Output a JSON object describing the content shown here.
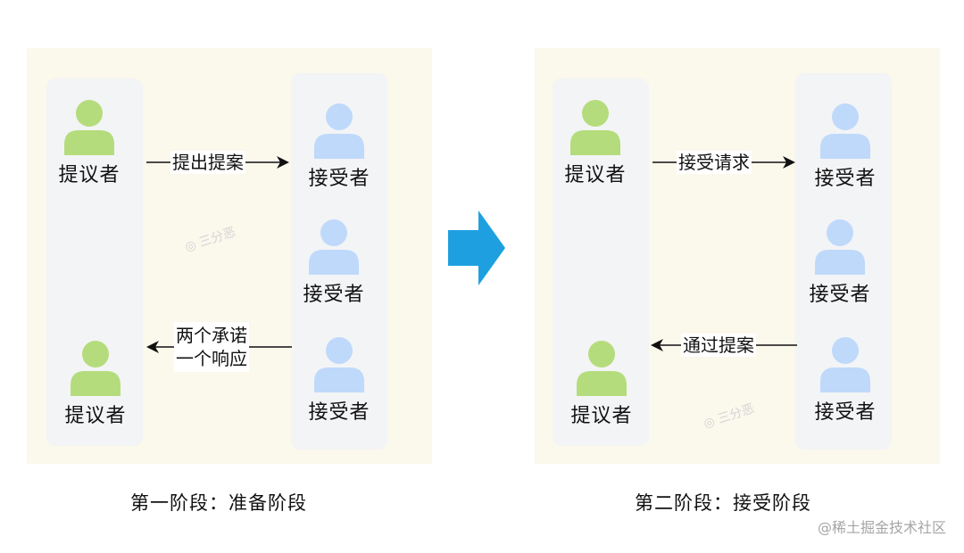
{
  "left": {
    "proposer_top": "提议者",
    "proposer_bottom": "提议者",
    "acceptor_1": "接受者",
    "acceptor_2": "接受者",
    "acceptor_3": "接受者",
    "msg_propose": "提出提案",
    "msg_promise_line1": "两个承诺",
    "msg_promise_line2": "一个响应",
    "caption": "第一阶段：准备阶段",
    "watermark": "三分恶"
  },
  "right": {
    "proposer_top": "提议者",
    "proposer_bottom": "提议者",
    "acceptor_1": "接受者",
    "acceptor_2": "接受者",
    "acceptor_3": "接受者",
    "msg_accept_request": "接受请求",
    "msg_accepted": "通过提案",
    "caption": "第二阶段：接受阶段",
    "watermark": "三分恶"
  },
  "credit": "@稀土掘金技术社区",
  "colors": {
    "panel_bg": "#fbf8ec",
    "column_bg": "#f3f4f6",
    "proposer": "#b5dc7c",
    "acceptor": "#bfd9fb",
    "transition_arrow": "#1ea0e0"
  }
}
